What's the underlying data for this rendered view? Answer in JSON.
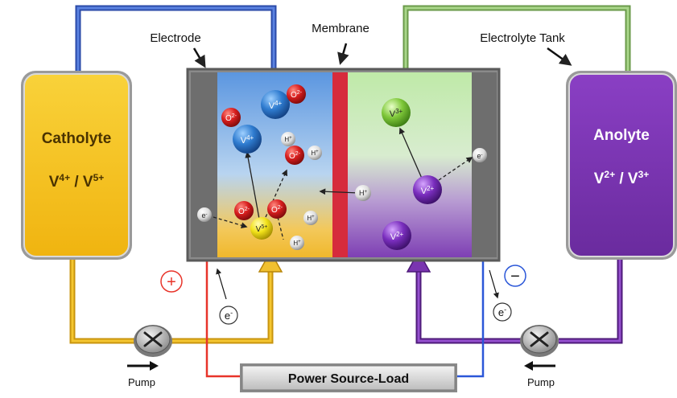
{
  "labels": {
    "electrode": "Electrode",
    "membrane": "Membrane",
    "electrolyte_tank": "Electrolyte Tank",
    "power_source": "Power Source-Load"
  },
  "catholyte": {
    "title": "Catholyte",
    "ion_a_base": "V",
    "ion_a_charge": "4+",
    "separator": " / ",
    "ion_b_base": "V",
    "ion_b_charge": "5+"
  },
  "anolyte": {
    "title": "Anolyte",
    "ion_a_base": "V",
    "ion_a_charge": "2+",
    "separator": " / ",
    "ion_b_base": "V",
    "ion_b_charge": "3+"
  },
  "terminals": {
    "positive": "+",
    "negative": "−"
  },
  "electron_labels": {
    "left": "e",
    "right": "e",
    "charge": "-"
  },
  "pumps": {
    "left": "Pump",
    "right": "Pump"
  },
  "particles": {
    "v4_top": {
      "base": "V",
      "charge": "4+"
    },
    "o2_top": {
      "base": "O",
      "charge": "2-"
    },
    "o2_left": {
      "base": "O",
      "charge": "2-"
    },
    "v4_mid": {
      "base": "V",
      "charge": "4+"
    },
    "h_a": {
      "base": "H",
      "charge": "+"
    },
    "o2_mid": {
      "base": "O",
      "charge": "2-"
    },
    "h_b": {
      "base": "H",
      "charge": "+"
    },
    "e_left": {
      "base": "e",
      "charge": "-"
    },
    "o2_low_a": {
      "base": "O",
      "charge": "2-"
    },
    "o2_low_b": {
      "base": "O",
      "charge": "2-"
    },
    "v5": {
      "base": "V",
      "charge": "5+"
    },
    "h_c": {
      "base": "H",
      "charge": "+"
    },
    "h_d": {
      "base": "H",
      "charge": "+"
    },
    "h_membrane": {
      "base": "H",
      "charge": "+"
    },
    "v3": {
      "base": "V",
      "charge": "3+"
    },
    "v2_mid": {
      "base": "V",
      "charge": "2+"
    },
    "e_right": {
      "base": "e",
      "charge": "-"
    },
    "v2_low": {
      "base": "V",
      "charge": "2+"
    }
  },
  "colors": {
    "catholyte": "#f7c21a",
    "anolyte": "#7a35b0",
    "positive_wire": "#e8342a",
    "negative_wire": "#2b57d8",
    "membrane": "#d62b3c",
    "electrode": "#6d6d6d",
    "pipe_blue": "#3a5fc4",
    "pipe_green": "#8dbb6a",
    "pipe_yellow": "#e9b21a",
    "pipe_purple": "#7a35b0"
  }
}
